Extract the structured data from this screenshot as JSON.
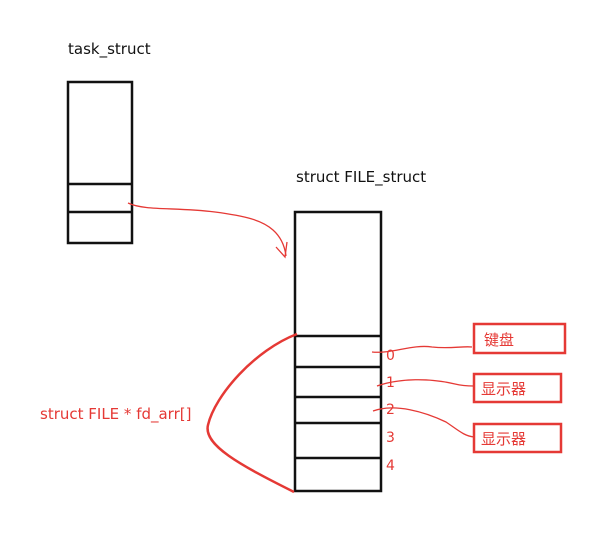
{
  "task_struct": {
    "label": "task_struct"
  },
  "file_struct": {
    "label": "struct FILE_struct"
  },
  "fd_array": {
    "label": "struct FILE * fd_arr[]",
    "indices": [
      "0",
      "1",
      "2",
      "3",
      "4"
    ]
  },
  "devices": [
    {
      "label": "键盘"
    },
    {
      "label": "显示器"
    },
    {
      "label": "显示器"
    }
  ],
  "colors": {
    "ink": "#111111",
    "annotation": "#e53935"
  }
}
